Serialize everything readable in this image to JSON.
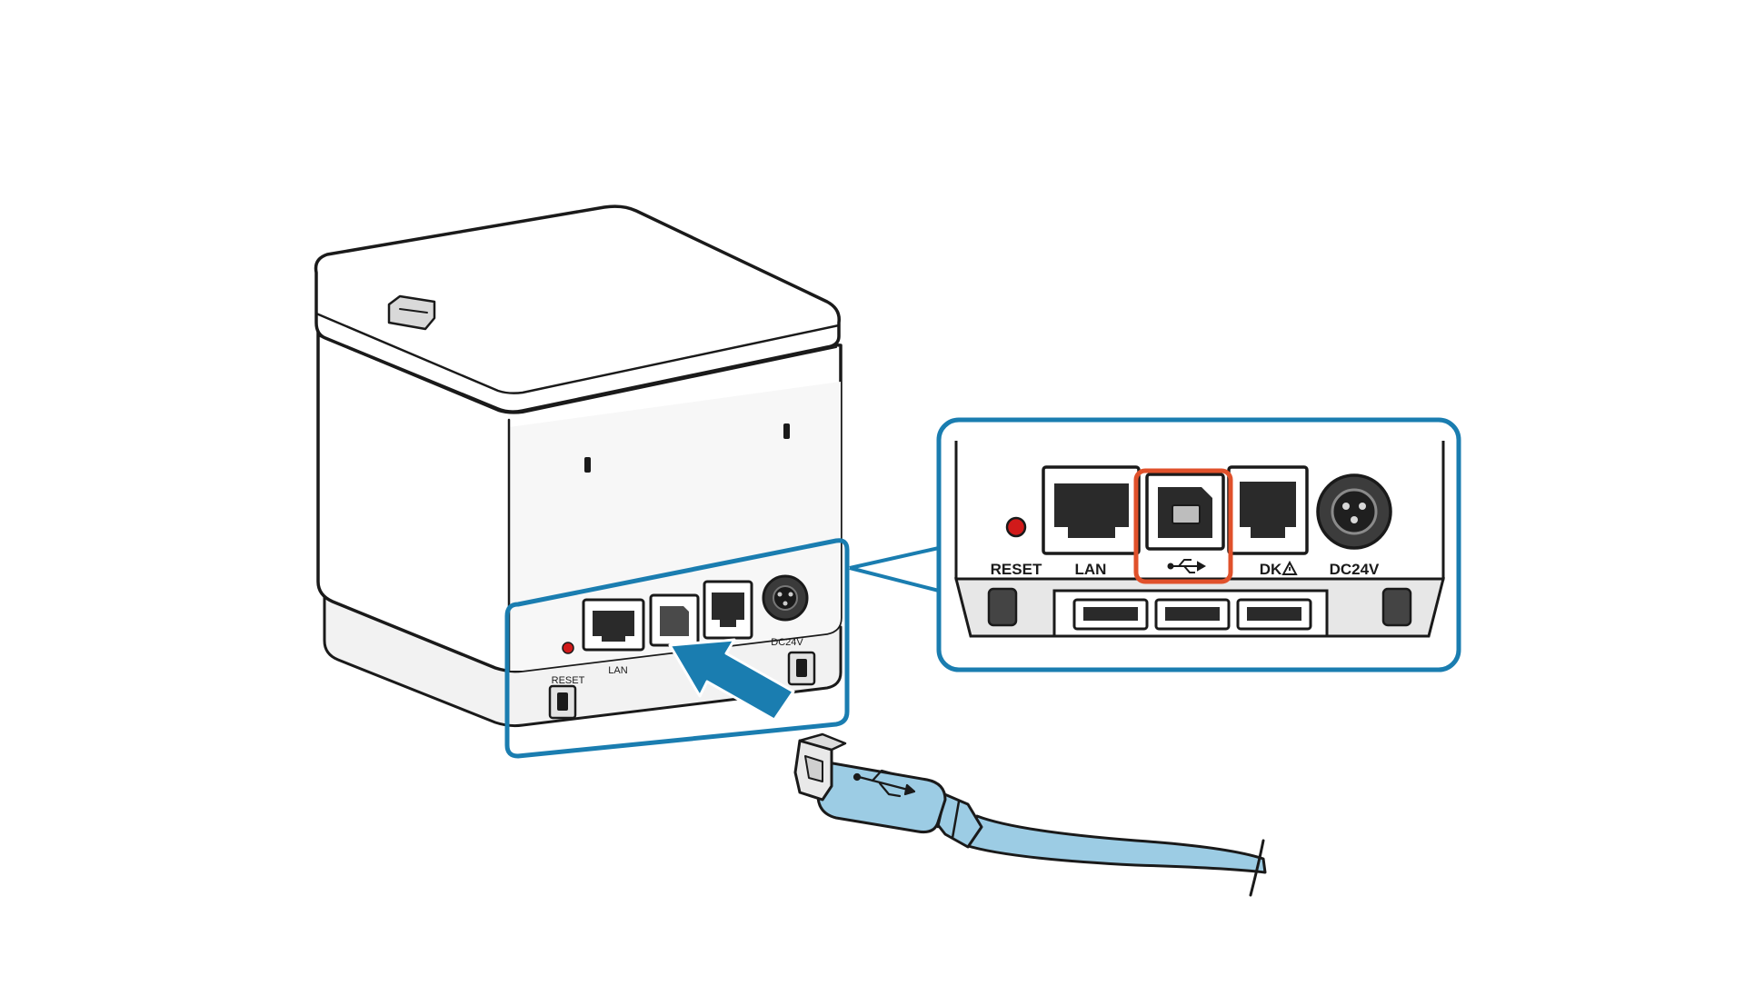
{
  "colors": {
    "background": "#ffffff",
    "outline": "#1a1a1a",
    "device_body": "#ffffff",
    "device_shade": "#ececec",
    "callout_blue": "#1a7db0",
    "arrow_blue": "#1a7db0",
    "highlight_orange": "#e0512b",
    "reset_red": "#d11a1a",
    "cable_blue": "#9ccce4",
    "port_dark": "#2a2a2a"
  },
  "device_labels": {
    "reset": "RESET",
    "lan": "LAN",
    "dc": "DC24V"
  },
  "callout_labels": {
    "reset": "RESET",
    "lan": "LAN",
    "dk": "DK",
    "dc": "DC24V"
  },
  "icons": {
    "usb_port_symbol": "usb-symbol-icon",
    "dk_warning": "warning-triangle-icon",
    "insert_arrow": "arrow-icon",
    "cable_usb_symbol": "usb-symbol-icon"
  }
}
